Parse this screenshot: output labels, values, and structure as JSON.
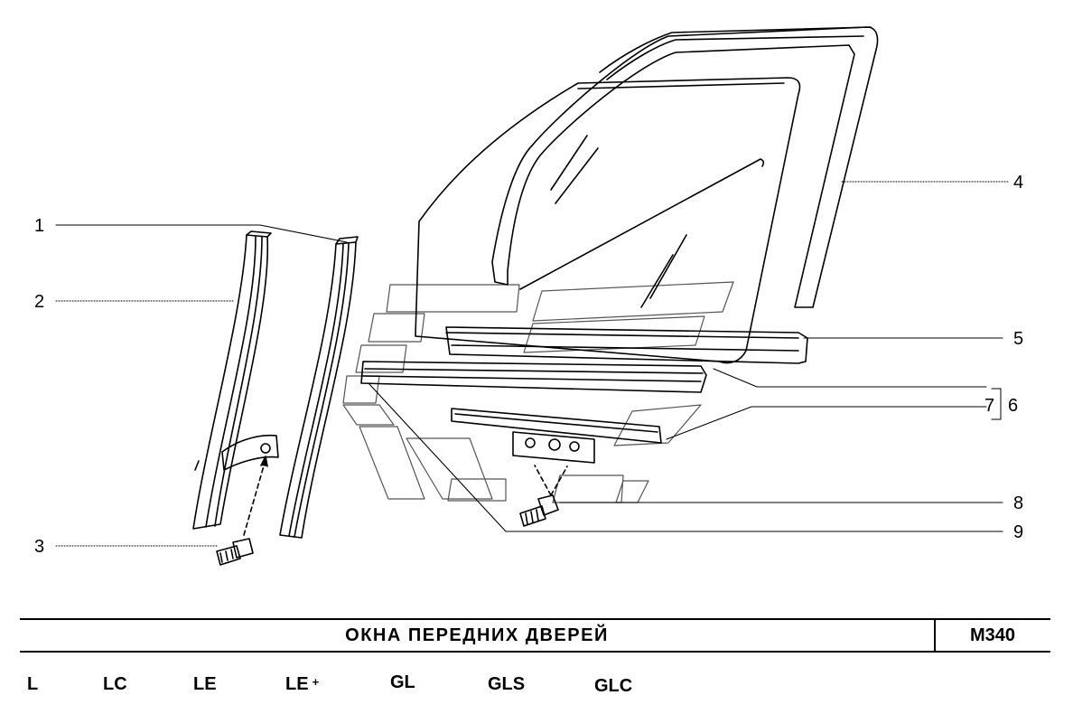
{
  "callouts": {
    "c1": "1",
    "c2": "2",
    "c3": "3",
    "c4": "4",
    "c5": "5",
    "c6": "6",
    "c7": "7",
    "c8": "8",
    "c9": "9"
  },
  "caption": {
    "title": "ОКНА  ПЕРЕДНИХ  ДВЕРЕЙ",
    "code": "M340"
  },
  "variants": {
    "v1": "L",
    "v2": "LC",
    "v3": "LE",
    "v4": "LE",
    "v4_plus": "+",
    "v5": "GL",
    "v6": "GLS",
    "v7": "GLC"
  }
}
